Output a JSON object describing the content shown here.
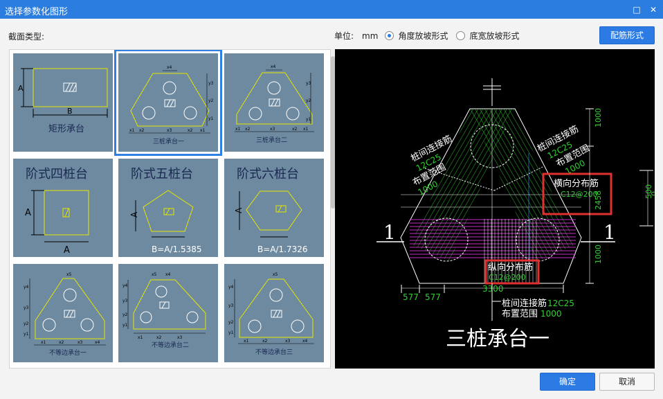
{
  "window": {
    "title": "选择参数化图形",
    "maximize_glyph": "□",
    "close_glyph": "✕"
  },
  "toolbar": {
    "section_label": "截面类型:",
    "unit_label": "单位:",
    "unit_value": "mm",
    "radio_angle_label": "角度放坡形式",
    "radio_width_label": "底宽放坡形式",
    "rebar_button_label": "配筋形式"
  },
  "tiles": {
    "t1": {
      "caption": "矩形承台",
      "dim_a": "A",
      "dim_b": "B"
    },
    "t2": {
      "caption": "三桩承台一",
      "x1": "x1",
      "x2": "x2",
      "x3": "x3",
      "x4": "x4",
      "y1": "y1",
      "y2": "y2",
      "y3": "y3"
    },
    "t3": {
      "caption": "三桩承台二",
      "x1": "x1",
      "x2": "x2",
      "x3": "x3",
      "x4": "x4",
      "y1": "y1",
      "y2": "y2",
      "y3": "y3"
    },
    "t4": {
      "title": "阶式四桩台",
      "dim_a": "A",
      "dim_a2": "A"
    },
    "t5": {
      "title": "阶式五桩台",
      "dim_a": "A",
      "formula": "B=A/1.5385"
    },
    "t6": {
      "title": "阶式六桩台",
      "dim_a": "A",
      "formula": "B=A/1.7326"
    },
    "t7": {
      "caption": "不等边承台一",
      "x1": "x1",
      "x2": "x2",
      "x3": "x3",
      "x4": "x4",
      "x5": "x5",
      "y1": "y1",
      "y2": "y2",
      "y3": "y3",
      "y4": "y4"
    },
    "t8": {
      "caption": "不等边承台二",
      "x1": "x1",
      "x2": "x2",
      "x3": "x3",
      "x4": "x4",
      "x5": "x5",
      "y1": "y1",
      "y2": "y2",
      "y3": "y3",
      "y4": "y4"
    },
    "t9": {
      "caption": "不等边承台三",
      "x1": "x1",
      "x2": "x2",
      "x3": "x3",
      "x4": "x4",
      "x5": "x5",
      "y1": "y1",
      "y2": "y2",
      "y3": "y3",
      "y4": "y4"
    }
  },
  "preview": {
    "title": "三桩承台一",
    "section_mark": "1",
    "left_rebar_label": "桩间连接筋",
    "left_rebar_spec": "12C25",
    "left_range_label": "布置范围",
    "left_range_value": "1000",
    "right_rebar_label": "桩间连接筋",
    "right_rebar_spec": "12C25",
    "right_range_label": "布置范围",
    "right_range_value": "1000",
    "transverse_label": "横向分布筋",
    "transverse_spec": "C12@200",
    "longitudinal_label": "纵向分布筋",
    "longitudinal_spec": "C12@200",
    "bottom_rebar_label": "桩间连接筋",
    "bottom_rebar_spec": "12C25",
    "bottom_range_label": "布置范围",
    "bottom_range_value": "1000",
    "dim_1000_top": "1000",
    "dim_2458": "2458",
    "dim_1000_bottom": "1000",
    "dim_500": "500",
    "dim_0": "0",
    "dim_3300": "3300",
    "dim_577a": "577",
    "dim_577b": "577"
  },
  "footer": {
    "ok_label": "确定",
    "cancel_label": "取消"
  },
  "colors": {
    "title_bar": "#2b7de0",
    "accent_button": "#2c7be5",
    "tile_bg": "#6d8aa0",
    "tile_outline": "#e6e600",
    "preview_bg": "#000000",
    "highlight_box": "#e03030"
  }
}
